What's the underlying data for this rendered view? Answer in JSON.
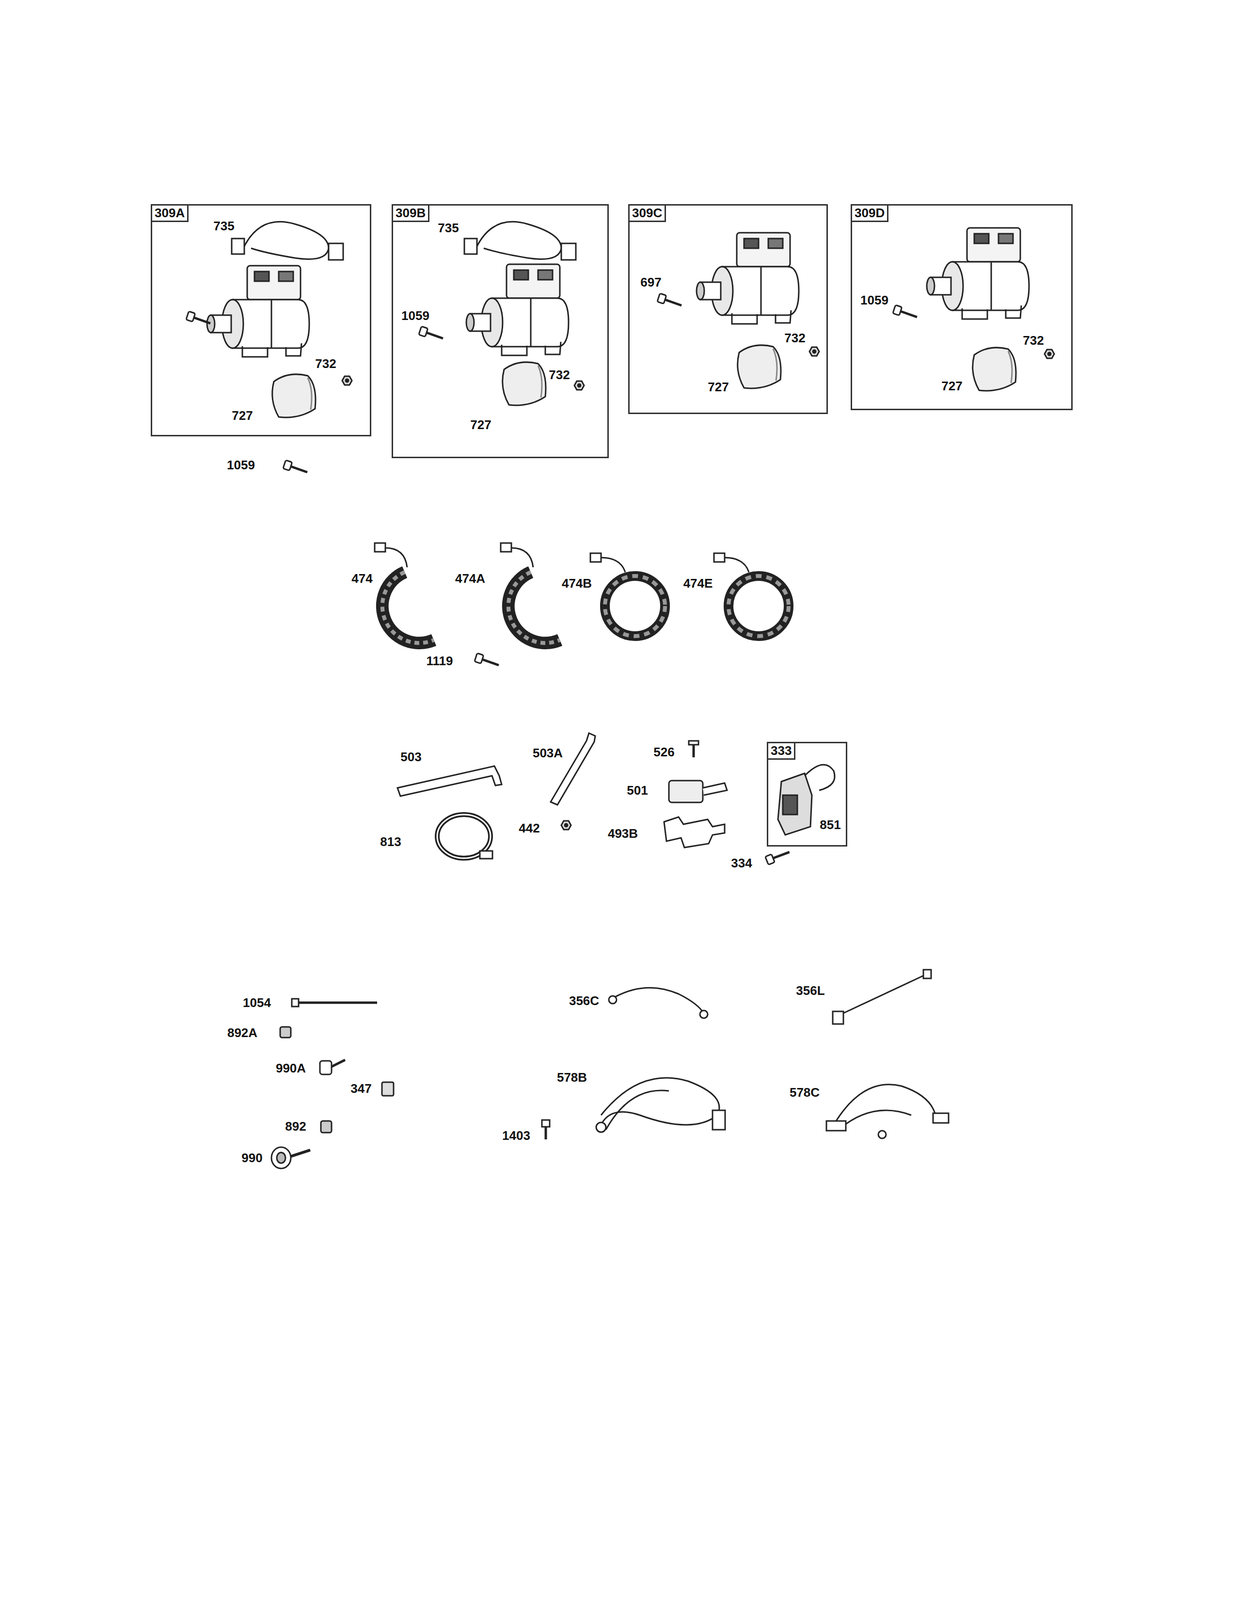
{
  "diagram": {
    "nodes": [
      {
        "text": [
          "309A",
          "735",
          "732",
          "727"
        ]
      },
      {
        "text": [
          "309B",
          "735",
          "1059",
          "732",
          "727"
        ]
      },
      {
        "text": [
          "309C",
          "697",
          "732",
          "727"
        ]
      },
      {
        "text": [
          "309D",
          "1059",
          "732",
          "727"
        ]
      },
      {
        "text": [
          "333",
          "851"
        ]
      }
    ],
    "labels": [
      "1059",
      "474",
      "474A",
      "474B",
      "474E",
      "1119",
      "503",
      "503A",
      "526",
      "501",
      "813",
      "442",
      "493B",
      "334",
      "1054",
      "892A",
      "990A",
      "347",
      "892",
      "990",
      "356C",
      "356L",
      "578B",
      "1403",
      "578C"
    ]
  }
}
